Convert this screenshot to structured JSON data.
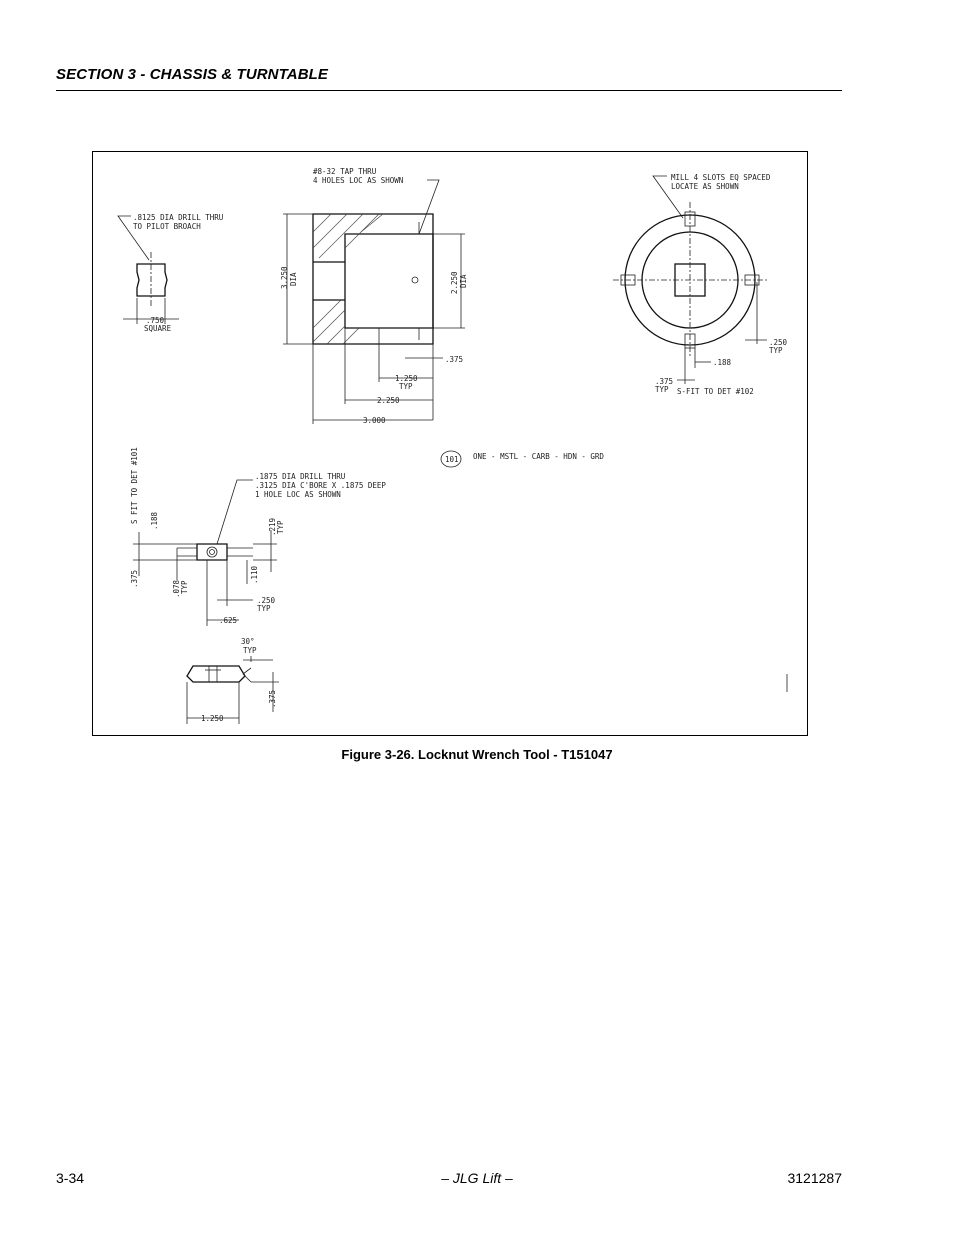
{
  "header": {
    "section_title": "SECTION 3 - CHASSIS & TURNTABLE"
  },
  "figure": {
    "caption": "Figure 3-26.  Locknut Wrench Tool - T151047",
    "labels": {
      "drill_note_1": ".8125 DIA DRILL THRU",
      "drill_note_2": "TO PILOT BROACH",
      "square_dim": ".750",
      "square_word": "SQUARE",
      "tap_note_1": "#8-32 TAP THRU",
      "tap_note_2": "4 HOLES LOC AS SHOWN",
      "od_dim": "3.250",
      "od_dia": "DIA",
      "id_dim": "2.250",
      "id_dia": "DIA",
      "dim_375_a": ".375",
      "dim_1250": "1.250",
      "dim_typ_a": "TYP",
      "dim_2250": "2.250",
      "dim_3000": "3.000",
      "mill_note_1": "MILL 4 SLOTS EQ SPACED",
      "mill_note_2": "LOCATE AS SHOWN",
      "dim_250": ".250",
      "dim_typ_b": "TYP",
      "dim_188": ".188",
      "dim_375_b": ".375",
      "dim_typ_c": "TYP",
      "sfit_note": "S-FIT TO DET #102",
      "det_101": "101",
      "det_101_note": "ONE - MSTL - CARB - HDN - GRD",
      "sfit_note_2": "S FIT TO DET #101",
      "dim_188_b": ".188",
      "dim_375_c": ".375",
      "dim_078": ".078",
      "dim_typ_d": "TYP",
      "drill2_note_1": ".1875 DIA DRILL THRU",
      "drill2_note_2": ".3125 DIA C'BORE X .1875 DEEP",
      "drill2_note_3": "1 HOLE LOC AS SHOWN",
      "dim_219": ".219",
      "dim_typ_e": "TYP",
      "dim_110": ".110",
      "dim_250_b": ".250",
      "dim_typ_f": "TYP",
      "dim_625": ".625",
      "dim_30deg": "30°",
      "dim_typ_g": "TYP",
      "dim_375_d": ".375",
      "dim_1250_b": "1.250"
    }
  },
  "footer": {
    "page_number": "3-34",
    "center": "– JLG Lift –",
    "doc_number": "3121287"
  }
}
